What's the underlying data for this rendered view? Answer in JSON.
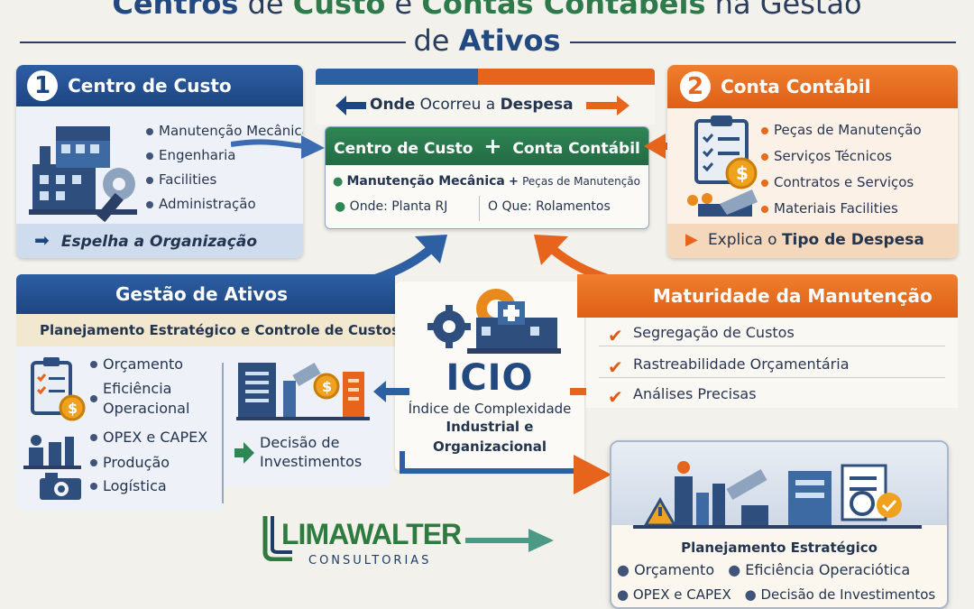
{
  "title": {
    "line1_a": "Centros",
    "line1_b": " de ",
    "line1_c": "Custo",
    "line1_d": " e ",
    "line1_e": "Contas Contábeis",
    "line1_f": " na Gestão",
    "line2_a": "de ",
    "line2_b": "Ativos"
  },
  "centro_custo": {
    "number": "1",
    "title": "Centro de Custo",
    "items": [
      "Manutenção Mecânica",
      "Engenharia",
      "Facilities",
      "Administração"
    ],
    "footer": "Espelha a Organização"
  },
  "conta_contabil": {
    "number": "2",
    "title": "Conta Contábil",
    "items": [
      "Peças de Manutenção",
      "Serviços Técnicos",
      "Contratos e Serviços",
      "Materiais Facilities"
    ],
    "footer_a": "Explica o ",
    "footer_b": "Tipo de Despesa"
  },
  "onde": {
    "label_a": "Onde",
    "label_b": " Ocorreu a ",
    "label_c": "Despesa"
  },
  "center": {
    "head_a": "Centro de Custo",
    "head_plus": "+",
    "head_b": "Conta Contábil",
    "row1_a": "Manutenção Mecânica",
    "row1_plus": "+",
    "row1_b": "Peças de Manutenção",
    "onde": "Onde: Planta RJ",
    "oque": "O Que: Rolamentos"
  },
  "gestao": {
    "title": "Gestão de Ativos",
    "subtitle": "Planejamento Estratégico e Controle de Custos",
    "items": [
      "Orçamento",
      "Eficiência Operacional",
      "OPEX e CAPEX",
      "Produção",
      "Logística"
    ],
    "decision": "Decisão de Investimentos"
  },
  "icio": {
    "acronym": "ICIO",
    "line1": "Índice de Complexidade",
    "line2": "Industrial e",
    "line3": "Organizacional"
  },
  "maturidade": {
    "title": "Maturidade da Manutenção",
    "items": [
      "Segregação de Custos",
      "Rastreabilidade Orçamentária",
      "Análises Precisas"
    ]
  },
  "planejamento": {
    "title": "Planejamento Estratégico",
    "items": [
      "Orçamento",
      "Eficiência Operaciótica",
      "OPEX e CAPEX",
      "Decisão de Investimentos"
    ]
  },
  "logo": {
    "brand": "LIMAWALTER",
    "sub": "CONSULTORIAS"
  },
  "colors": {
    "blue": "#1d4582",
    "orange": "#e86a1c",
    "green": "#2f8655",
    "navy": "#23344f"
  }
}
